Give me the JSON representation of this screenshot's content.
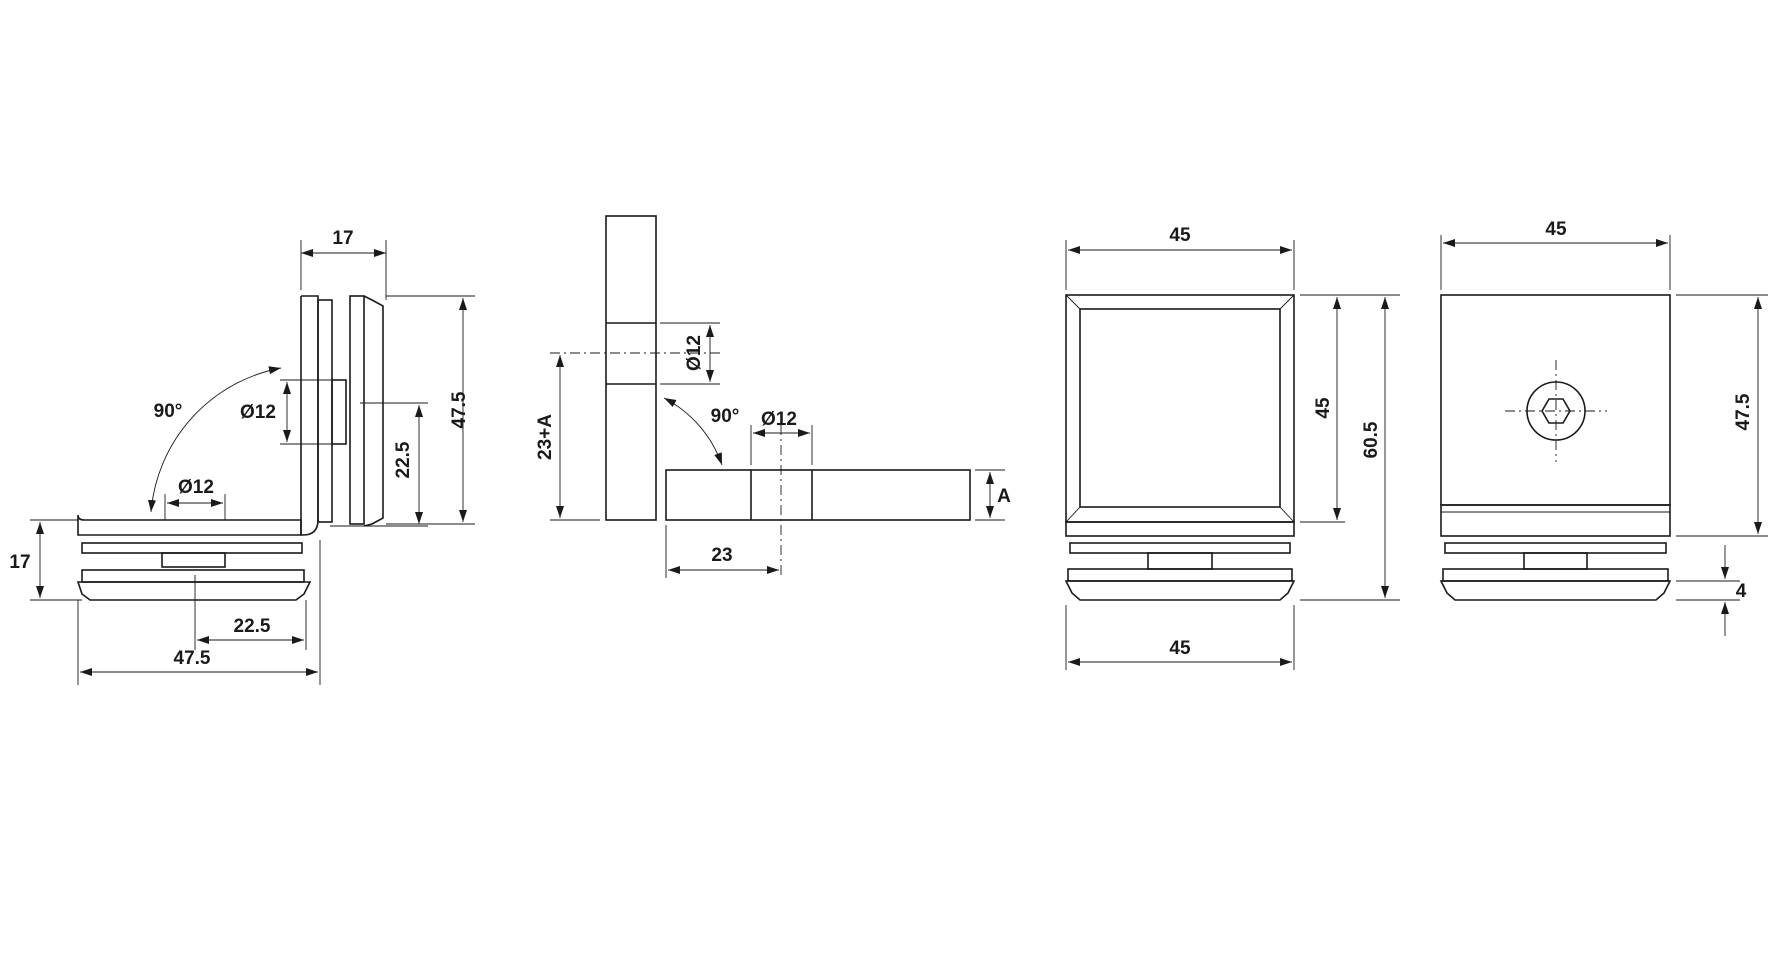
{
  "view1": {
    "dim_width_top": "17",
    "dim_height_right": "47.5",
    "dim_offset_right": "22.5",
    "dim_hole_vertical": "Ø12",
    "dim_angle": "90°",
    "dim_hole_horizontal": "Ø12",
    "dim_height_left": "17",
    "dim_offset_bottom": "22.5",
    "dim_width_bottom": "47.5"
  },
  "view2": {
    "dim_hole_vertical": "Ø12",
    "dim_height_left": "23+A",
    "dim_angle": "90°",
    "dim_hole_horizontal": "Ø12",
    "dim_thickness": "A",
    "dim_offset_bottom": "23"
  },
  "view3": {
    "dim_width_top": "45",
    "dim_inner_height": "45",
    "dim_total_height": "60.5",
    "dim_width_bottom": "45"
  },
  "view4": {
    "dim_width_top": "45",
    "dim_height_right": "47.5",
    "dim_gap": "4"
  },
  "icons": {
    "screw": "hex-socket-screw-icon"
  }
}
